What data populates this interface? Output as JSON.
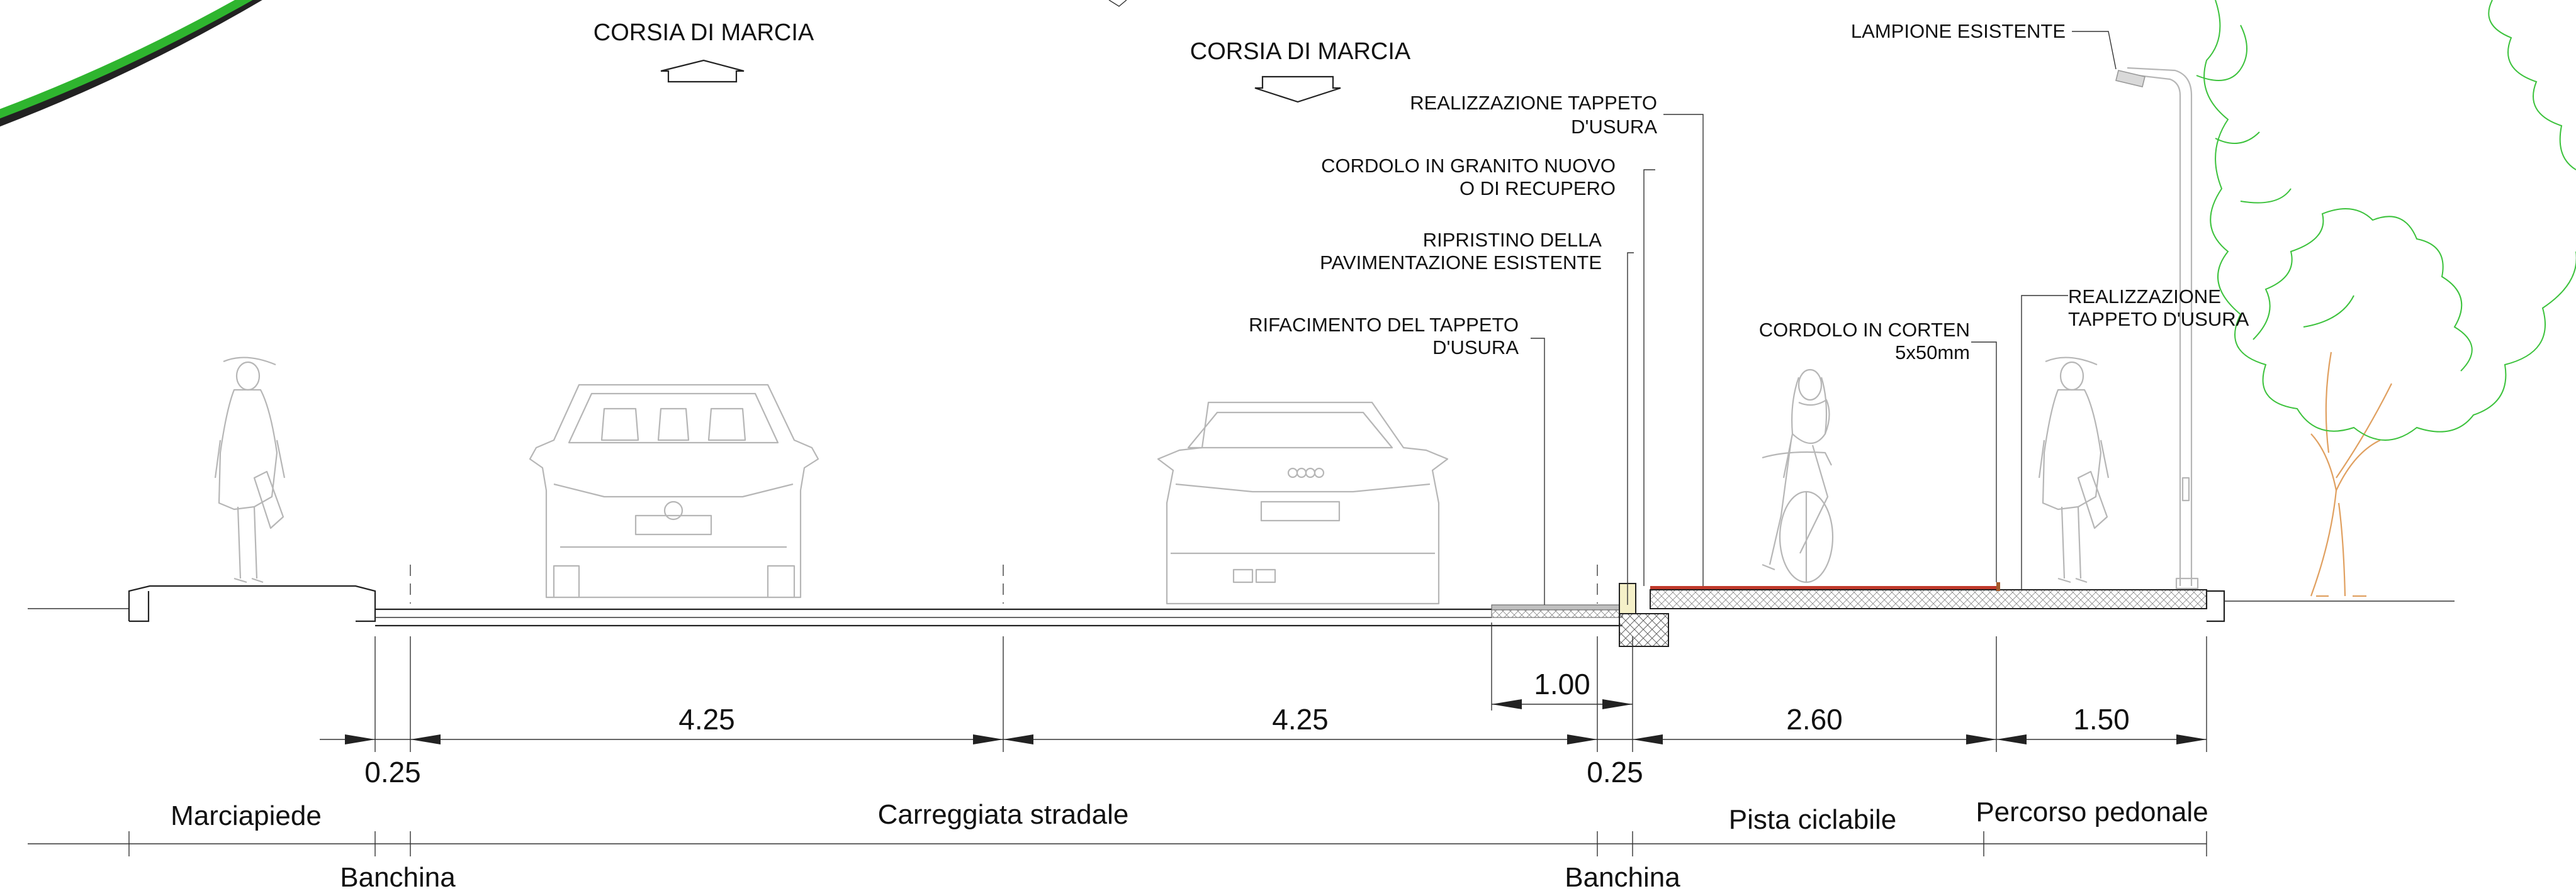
{
  "lanes": [
    {
      "label": "CORSIA DI MARCIA",
      "direction": "up"
    },
    {
      "label": "CORSIA DI MARCIA",
      "direction": "down"
    }
  ],
  "annotations": [
    {
      "id": "tappeto-usura-realizzazione",
      "lines": [
        "REALIZZAZIONE TAPPETO",
        "D'USURA"
      ]
    },
    {
      "id": "cordolo-granito",
      "lines": [
        "CORDOLO IN GRANITO NUOVO",
        "O DI RECUPERO"
      ]
    },
    {
      "id": "ripristino-pavimentazione",
      "lines": [
        "RIPRISTINO DELLA",
        "PAVIMENTAZIONE ESISTENTE"
      ]
    },
    {
      "id": "rifacimento-tappeto",
      "lines": [
        "RIFACIMENTO DEL TAPPETO",
        "D'USURA"
      ]
    },
    {
      "id": "cordolo-corten",
      "lines": [
        "CORDOLO IN CORTEN",
        "5x50mm"
      ]
    },
    {
      "id": "tappeto-usura-pedonale",
      "lines": [
        "REALIZZAZIONE",
        "TAPPETO D'USURA"
      ]
    },
    {
      "id": "lampione",
      "lines": [
        "LAMPIONE ESISTENTE"
      ]
    }
  ],
  "dimensions": {
    "banchina_left": "0.25",
    "lane_1": "4.25",
    "lane_2": "4.25",
    "banchina_right": "0.25",
    "rifacimento": "1.00",
    "pista_ciclabile": "2.60",
    "percorso_pedonale": "1.50"
  },
  "zones": {
    "marciapiede": "Marciapiede",
    "carreggiata": "Carreggiata stradale",
    "pista": "Pista ciclabile",
    "percorso": "Percorso pedonale",
    "banchina_left": "Banchina",
    "banchina_right": "Banchina"
  },
  "colors": {
    "line": "#222222",
    "silhouette": "#b6b6b6",
    "tree": "#3cc23c",
    "trunk": "#e0a060",
    "wear_layer": "#c0392b",
    "green_band": "#2fb52f",
    "curb_fill": "#f5f0c8"
  },
  "icons": {
    "pedestrian": "pedestrian-silhouette-icon",
    "car_front": "car-front-silhouette-icon",
    "car_rear": "car-rear-silhouette-icon",
    "cyclist": "cyclist-silhouette-icon",
    "lamp": "street-lamp-icon",
    "tree": "tree-icon"
  }
}
